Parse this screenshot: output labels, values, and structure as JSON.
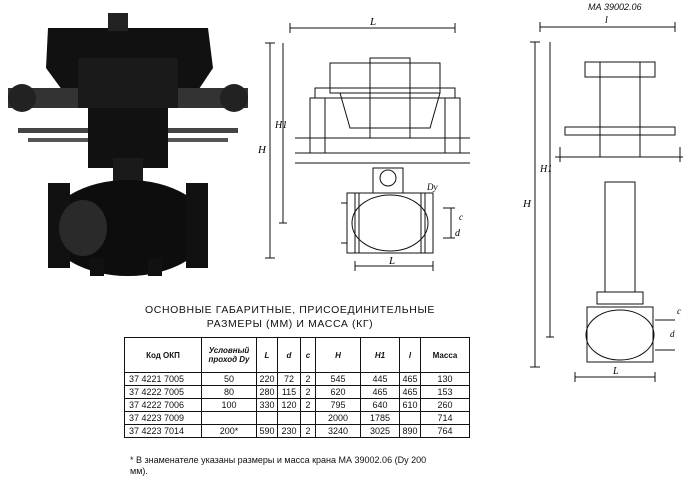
{
  "drawing_labels": {
    "mid_L_top": "L",
    "mid_H": "H",
    "mid_H1": "H1",
    "mid_Dy": "Dy",
    "mid_c": "c",
    "mid_d": "d",
    "mid_L_bottom": "L",
    "right_sheet_code": "МА 39002.06",
    "right_l_top": "l",
    "right_H": "H",
    "right_H1": "H1",
    "right_c": "c",
    "right_d": "d",
    "right_L_bottom": "L"
  },
  "title_line1": "ОСНОВНЫЕ ГАБАРИТНЫЕ, ПРИСОЕДИНИТЕЛЬНЫЕ",
  "title_line2": "РАЗМЕРЫ (мм) И МАССА (кг)",
  "table": {
    "headers": [
      "Код ОКП",
      "Условный проход Dy",
      "L",
      "d",
      "c",
      "H",
      "H1",
      "l",
      "Масса"
    ],
    "rows": [
      [
        "37 4221 7005",
        "50",
        "220",
        "72",
        "2",
        "545",
        "445",
        "465",
        "130"
      ],
      [
        "37 4222 7005",
        "80",
        "280",
        "115",
        "2",
        "620",
        "465",
        "465",
        "153"
      ],
      [
        "37 4222 7006",
        "100",
        "330",
        "120",
        "2",
        "795",
        "640",
        "610",
        "260"
      ],
      [
        "37 4223 7009",
        "",
        "",
        "",
        "",
        "2000",
        "1785",
        "",
        "714"
      ],
      [
        "37 4223 7014",
        "200*",
        "590",
        "230",
        "2",
        "3240",
        "3025",
        "890",
        "764"
      ]
    ]
  },
  "note": "* В знаменателе указаны размеры и масса крана МА 39002.06 (Dy 200 мм)."
}
